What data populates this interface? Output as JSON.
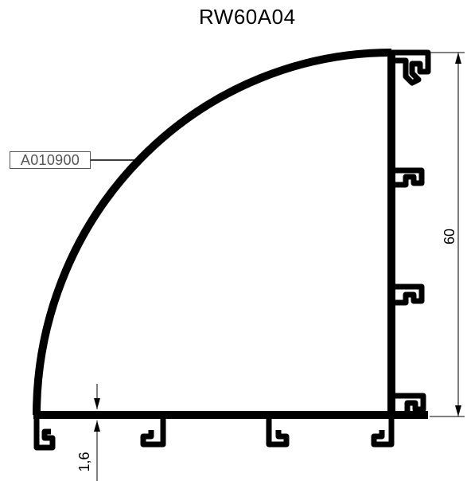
{
  "title": "RW60A04",
  "part_number": "A010900",
  "dimensions": {
    "height": "60",
    "wall_thickness": "1,6"
  },
  "colors": {
    "profile": "#000000",
    "leader": "#000000",
    "label_text": "#555555"
  }
}
